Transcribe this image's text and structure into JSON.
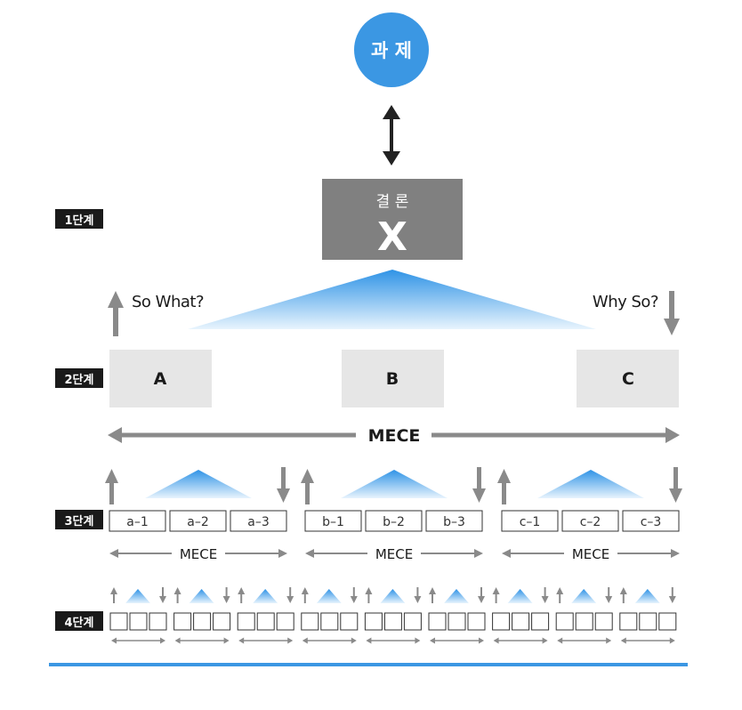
{
  "task": {
    "label": "과 제",
    "color": "#3b97e3"
  },
  "conclusion": {
    "title": "결 론",
    "letter": "X",
    "color": "#808080"
  },
  "levels": [
    "1단계",
    "2단계",
    "3단계",
    "4단계"
  ],
  "so_what": "So What?",
  "why_so": "Why So?",
  "level2": [
    "A",
    "B",
    "C"
  ],
  "mece_label": "MECE",
  "level3": [
    [
      "a–1",
      "a–2",
      "a–3"
    ],
    [
      "b–1",
      "b–2",
      "b–3"
    ],
    [
      "c–1",
      "c–2",
      "c–3"
    ]
  ],
  "colors": {
    "accent": "#3b97e3",
    "gray_box": "#e6e6e6",
    "arrow_gray": "#8a8a8a",
    "dark": "#222222",
    "label_bg": "#1a1a1a"
  }
}
